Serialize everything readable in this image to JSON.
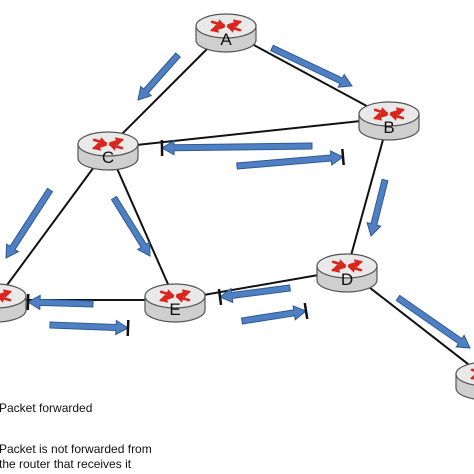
{
  "colors": {
    "edge": "#111111",
    "arrow_fill": "#4f80c3",
    "arrow_stroke": "#2e5a94",
    "router_top": "#e9e9e9",
    "router_side": "#cfcfcf",
    "router_outline": "#555555",
    "router_arrow": "#d9251d",
    "label": "#111111"
  },
  "routers": [
    {
      "id": "A",
      "label": "A"
    },
    {
      "id": "B",
      "label": "B"
    },
    {
      "id": "C",
      "label": "C"
    },
    {
      "id": "D",
      "label": "D"
    },
    {
      "id": "E",
      "label": "E"
    },
    {
      "id": "F",
      "label": ""
    },
    {
      "id": "G",
      "label": ""
    }
  ],
  "links": [
    {
      "from": "A",
      "to": "C"
    },
    {
      "from": "A",
      "to": "B"
    },
    {
      "from": "C",
      "to": "B"
    },
    {
      "from": "B",
      "to": "D"
    },
    {
      "from": "C",
      "to": "E"
    },
    {
      "from": "C",
      "to": "F"
    },
    {
      "from": "F",
      "to": "E"
    },
    {
      "from": "E",
      "to": "D"
    },
    {
      "from": "D",
      "to": "G"
    }
  ],
  "legend": {
    "forwarded": "Packet forwarded",
    "not_forwarded_line1": "Packet is not forwarded from",
    "not_forwarded_line2": "the router that receives it"
  }
}
